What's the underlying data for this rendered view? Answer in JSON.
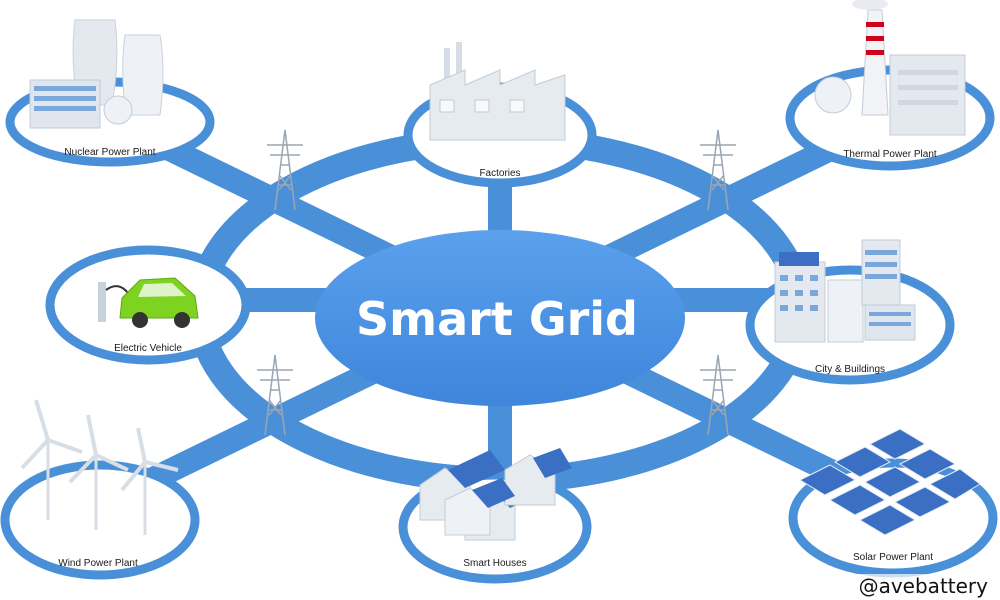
{
  "center": {
    "title": "Smart Grid"
  },
  "nodes": {
    "nuclear": {
      "label": "Nuclear Power Plant",
      "icon": "nuclear-plant-icon"
    },
    "factories": {
      "label": "Factories",
      "icon": "factory-icon"
    },
    "thermal": {
      "label": "Thermal Power Plant",
      "icon": "thermal-plant-icon"
    },
    "ev": {
      "label": "Electric Vehicle",
      "icon": "electric-car-icon"
    },
    "city": {
      "label": "City & Buildings",
      "icon": "buildings-icon"
    },
    "wind": {
      "label": "Wind Power Plant",
      "icon": "wind-turbine-icon"
    },
    "houses": {
      "label": "Smart Houses",
      "icon": "houses-icon"
    },
    "solar": {
      "label": "Solar Power Plant",
      "icon": "solar-panel-icon"
    }
  },
  "watermark": "@avebattery",
  "colors": {
    "ring": "#4a90d9",
    "ring_dark": "#3b7fd0",
    "center_fill": "#4a90e2",
    "node_fill": "#ffffff",
    "car": "#7ed321",
    "building": "#dfe6ee",
    "panel": "#3a6fc4",
    "chimney_stripe": "#d0021b"
  }
}
